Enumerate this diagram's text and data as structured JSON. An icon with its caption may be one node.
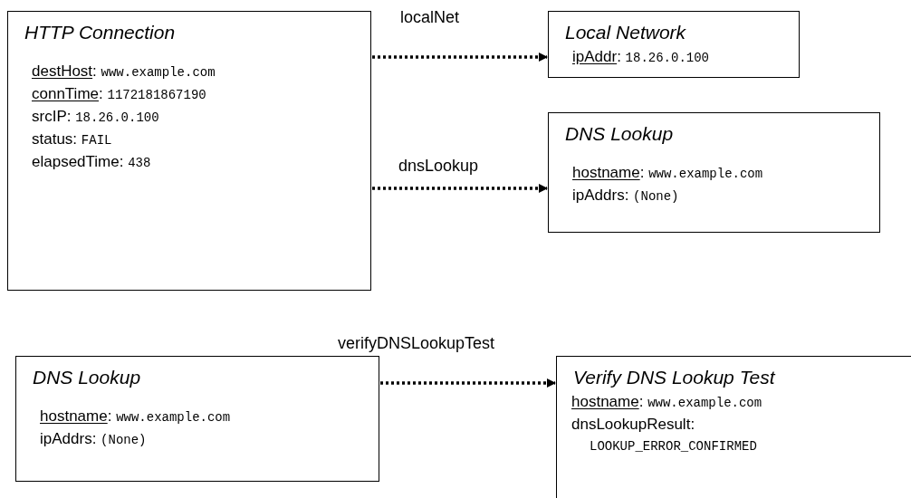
{
  "diagram": {
    "nodes": [
      {
        "text": [
          "HTTP Connection",
          "destHost: www.example.com",
          "connTime: 1172181867190",
          "srcIP: 18.26.0.100",
          "status: FAIL",
          "elapsedTime: 438"
        ]
      },
      {
        "text": [
          "Local Network",
          "ipAddr: 18.26.0.100"
        ]
      },
      {
        "text": [
          "DNS Lookup",
          "hostname: www.example.com",
          "ipAddrs: (None)"
        ]
      },
      {
        "text": [
          "DNS Lookup",
          "hostname: www.example.com",
          "ipAddrs: (None)"
        ]
      },
      {
        "text": [
          "Verify DNS Lookup Test",
          "hostname: www.example.com",
          "dnsLookupResult: LOOKUP_ERROR_CONFIRMED"
        ]
      }
    ],
    "edges": [
      {
        "from": 0,
        "to": 1,
        "arrow": "to",
        "label": "localNet"
      },
      {
        "from": 0,
        "to": 2,
        "arrow": "to",
        "label": "dnsLookup"
      },
      {
        "from": 3,
        "to": 4,
        "arrow": "to",
        "label": "verifyDNSLookupTest"
      }
    ]
  }
}
